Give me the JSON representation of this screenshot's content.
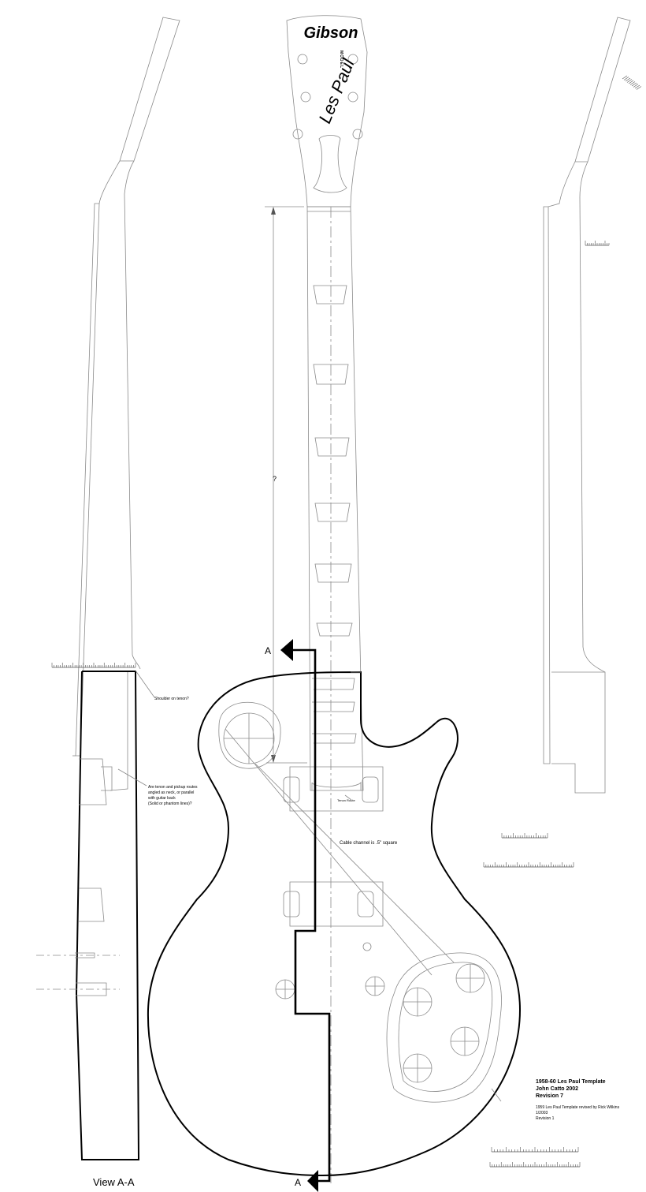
{
  "headstock": {
    "brand": "Gibson",
    "signature": "Les Paul",
    "model_word": "MODEL"
  },
  "dimension_label": "?",
  "section_marker": "A",
  "view_label": "View A-A",
  "notes": {
    "shoulder": "Shoulder on tenon?",
    "tenon_q1": "Are tenon and pickup routes",
    "tenon_q2": "angled as neck, or parallel",
    "tenon_q3": "with guitar back",
    "tenon_q4": "(Solid or phantom lines)?",
    "tenon_route": "Tenon Route",
    "cable": "Cable channel is .5\" square"
  },
  "title_block": {
    "line1": "1958-60 Les Paul Template",
    "line2": "John Catto 2002",
    "line3": "Revision 7",
    "sub1": "1959 Les Paul Template revised by Rick Wilkins",
    "sub2": "1/2003",
    "sub3": "Revision 1"
  },
  "colors": {
    "line": "#000000",
    "construction": "#8a8a8a",
    "paper": "#ffffff"
  }
}
